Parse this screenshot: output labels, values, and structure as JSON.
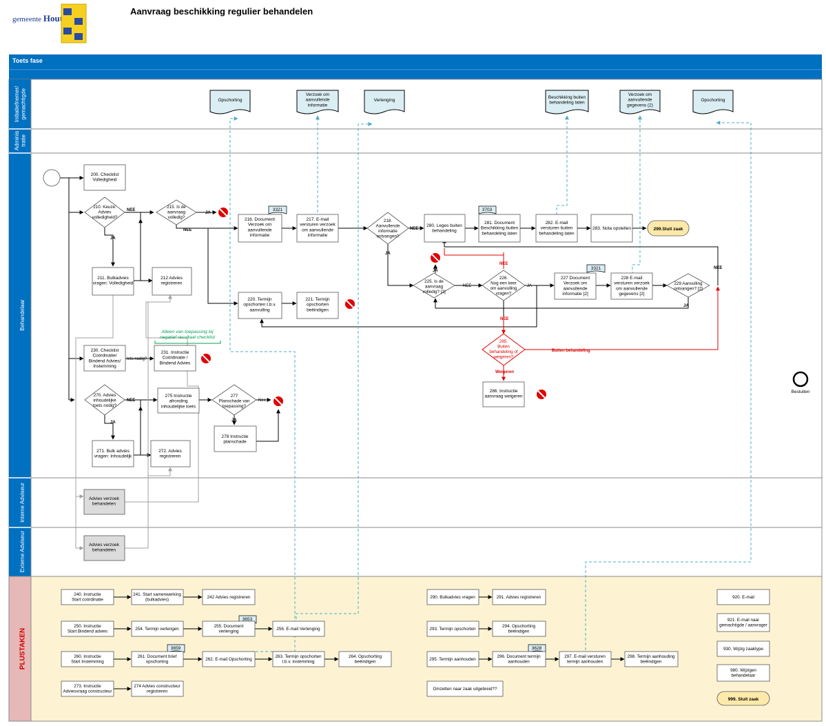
{
  "header": {
    "logo_prefix": "gemeente",
    "logo_name": "Houten",
    "title": "Aanvraag beschikking regulier behandelen"
  },
  "phase": "Toets fase",
  "lanes": {
    "initiatiefnemer": [
      "Initiatiefnemer/",
      "gemachtigde"
    ],
    "administratie": [
      "Adminis",
      "tratie"
    ],
    "behandelaar": [
      "Behandelaar"
    ],
    "interne": [
      "Interne Adviseur"
    ],
    "externe": [
      "Externe Adviseur"
    ],
    "plustaken": [
      "PLUSTAKEN"
    ]
  },
  "documents": {
    "d_opschorting1": [
      "Opschorting"
    ],
    "d_verzoek1": [
      "Verzoek om",
      "aanvullende",
      "informatie"
    ],
    "d_verlenging": [
      "Verlenging"
    ],
    "d_beschikking": [
      "Beschikking buiten",
      "behandeling laten"
    ],
    "d_verzoek2": [
      "Verzoek om",
      "aanvullende",
      "gegevens (2)"
    ],
    "d_opschorting2": [
      "Opschorting"
    ]
  },
  "tasks": {
    "t200": [
      "200. Checklist",
      "Volledigheid"
    ],
    "t211": [
      "211. Bulkadvies",
      "vragen: Volledigheid"
    ],
    "t212": [
      "212 Advies",
      "registreren"
    ],
    "t216": [
      "216. Document",
      "Verzoek om",
      "aanvullende",
      "informatie"
    ],
    "t217": [
      "217. E-mail",
      "versturen verzoek",
      "om aanvullende",
      "informatie"
    ],
    "t220": [
      "220. Termijn",
      "opschorten t.b.v.",
      "aanvulling"
    ],
    "t221": [
      "221. Termijn",
      "opschorten",
      "beëindigen"
    ],
    "t230": [
      "230. Checklist",
      "Coördinatie/",
      "Bindend Advies/",
      "Instemming"
    ],
    "t231": [
      "231. Instructie",
      "Coördinatie /",
      "Bindend Advies"
    ],
    "t271": [
      "271. Bulk advies",
      "vragen: Inhoudelijk"
    ],
    "t272": [
      "272. Advies",
      "registreren"
    ],
    "t275": [
      "275 Instructie",
      "afronding",
      "inhoudelijke toets"
    ],
    "t278": [
      "278 Instructie",
      "planschade"
    ],
    "t280": [
      "280. Leges buiten",
      "behandeling"
    ],
    "t281": [
      "281. Document",
      "Beschikking buiten",
      "behandeling laten"
    ],
    "t282": [
      "282. E-mail",
      "versturen buiten",
      "behandeling laten"
    ],
    "t283": [
      "283. Nota opstellen"
    ],
    "t227": [
      "227 Document",
      "Verzoek om",
      "aanvullende",
      "informatie [2]"
    ],
    "t228": [
      "228 E-mail",
      "versturen verzoek",
      "om aanvullende",
      "gegevens [2]"
    ],
    "t286": [
      "286. Instructie",
      "aanvraag weigeren"
    ],
    "int_advies": [
      "Advies verzoek",
      "behandelen"
    ],
    "ext_advies": [
      "Advies verzoek",
      "behandelen"
    ]
  },
  "decisions": {
    "g210": [
      "210. Keuze:",
      "Advies",
      "volledigheid?"
    ],
    "g215": [
      "215. Is de",
      "aanvraag",
      "volledig?"
    ],
    "g218": [
      "218.",
      "Aanvullende",
      "informatie",
      "ontvangen?"
    ],
    "g225": [
      "225. Is de",
      "aanvraag",
      "volledig? [2]"
    ],
    "g226": [
      "226.",
      "Nog een keer",
      "om aanvulling",
      "vragen?"
    ],
    "g229": [
      "229 Aanvulling",
      "ontvangen? [2]"
    ],
    "g270": [
      "270. Advies",
      "inhoudelijke",
      "toets nodig?"
    ],
    "g277": [
      "277",
      "Planschade van",
      "toepassing?"
    ],
    "g285": [
      "285.",
      "Buiten",
      "behandeling of",
      "weigeren?"
    ]
  },
  "terminals": {
    "sluit_299": "299.Sluit zaak",
    "sluit_999": "999. Sluit zaak",
    "besluiten": "Besluiten"
  },
  "badges": {
    "b216": "3321",
    "b281": "3703",
    "b227": "3321",
    "b255": "3653",
    "b261": "3659",
    "b296": "3628"
  },
  "labels": {
    "nee": "NEE",
    "ja": "JA",
    "nee_lower": "Nee",
    "iets_nodig": "Iets nodig?",
    "weigeren": "Weigeren",
    "buiten_behandeling": "Buiten behandeling",
    "annotation": [
      "Alleen van toepassing bij",
      "negatief resultaat checklist"
    ]
  },
  "plustaken": {
    "p240": [
      "240. Instructie",
      "Start coördinatie"
    ],
    "p241": [
      "241. Start samenwerking",
      "(bulkadvies)"
    ],
    "p242": [
      "242 Advies registreren"
    ],
    "p250": [
      "250. Instructie",
      "Start Bindend advies"
    ],
    "p254": [
      "254. Termijn verlengen"
    ],
    "p255": [
      "255. Document",
      "verlenging"
    ],
    "p256": [
      "256. E-mail Verlenging"
    ],
    "p260": [
      "260. Instructie",
      "Start Instemming"
    ],
    "p261": [
      "261. Document brief",
      "opschorting"
    ],
    "p262": [
      "262. E-mail Opschorting"
    ],
    "p263": [
      "263. Termijn opschorten",
      "t.b.v. instemming"
    ],
    "p264": [
      "264. Opschorting",
      "beëindigen"
    ],
    "p273": [
      "273. Instructie",
      "Adviesvraag constructeur"
    ],
    "p274": [
      "274 Advies constructeur",
      "registreren"
    ],
    "p290": [
      "290. Bulkadvies vragen"
    ],
    "p291": [
      "291. Advies registreren"
    ],
    "p293": [
      "293. Termijn opschorten"
    ],
    "p294": [
      "294. Opschorting",
      "beëindigen"
    ],
    "p295": [
      "295. Termijn aanhouden"
    ],
    "p296": [
      "296. Document termijn",
      "aanhouden"
    ],
    "p297": [
      "297. E-mail versturen",
      "termijn aanhouden"
    ],
    "p298": [
      "298. Termijn aanhouding",
      "beëindigen"
    ],
    "p_omzetten": [
      "Omzetten naar zaak uitgebreid??"
    ],
    "p920": [
      "920. E-mail"
    ],
    "p921": [
      "921. E-mail naar",
      "gemachtigde / aanvrager"
    ],
    "p930": [
      "930. Wijzig zaaktype"
    ],
    "p980": [
      "980. Wijzigen",
      "behandelaar"
    ]
  },
  "colors": {
    "phase_bar": "#0070c0",
    "lane_label": "#0070c0",
    "plustaken_label": "#e6b8b7",
    "plustaken_bg": "#fdf3d3",
    "document_fill": "#dbeef4",
    "red": "#e00000",
    "dashed": "#4bacc6",
    "annotation": "#00a050",
    "terminal_fill": "#fde9a9"
  }
}
